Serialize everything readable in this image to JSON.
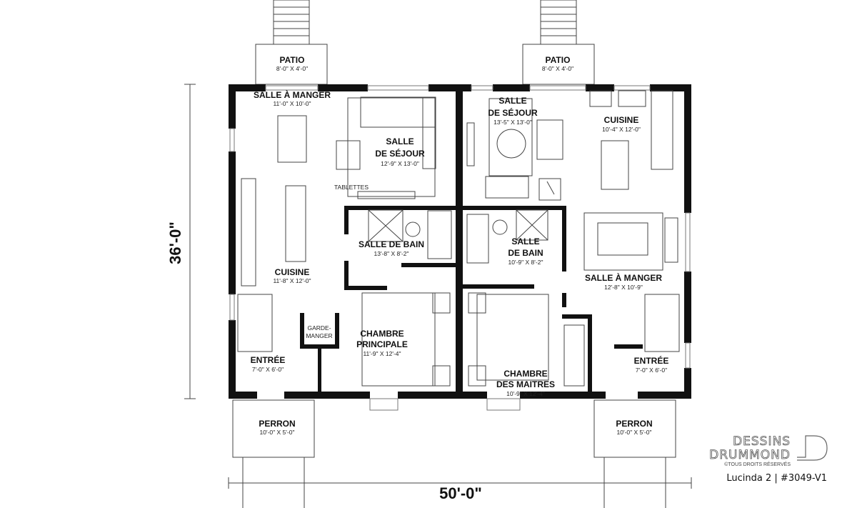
{
  "dimensions": {
    "depth": "36'-0\"",
    "width": "50'-0\""
  },
  "left_unit": {
    "patio": {
      "name": "PATIO",
      "size": "8'-0\" X 4'-0\""
    },
    "dining": {
      "name": "SALLE À MANGER",
      "size": "11'-0\" X 10'-0\""
    },
    "living": {
      "name1": "SALLE",
      "name2": "DE SÉJOUR",
      "size": "12'-9\" X 13'-0\""
    },
    "shelves": "TABLETTES",
    "bath": {
      "name": "SALLE DE BAIN",
      "size": "13'-8\" X 8'-2\""
    },
    "kitchen": {
      "name": "CUISINE",
      "size": "11'-8\" X 12'-0\""
    },
    "pantry": {
      "name1": "GARDE-",
      "name2": "MANGER"
    },
    "bedroom": {
      "name1": "CHAMBRE",
      "name2": "PRINCIPALE",
      "size": "11'-9\" X 12'-4\""
    },
    "entry": {
      "name": "ENTRÉE",
      "size": "7'-0\" X 6'-0\""
    },
    "porch": {
      "name": "PERRON",
      "size": "10'-0\" X 5'-0\""
    }
  },
  "right_unit": {
    "patio": {
      "name": "PATIO",
      "size": "8'-0\" X 4'-0\""
    },
    "living": {
      "name1": "SALLE",
      "name2": "DE SÉJOUR",
      "size": "13'-5\" X 13'-0\""
    },
    "kitchen": {
      "name": "CUISINE",
      "size": "10'-4\" X 12'-0\""
    },
    "bath": {
      "name1": "SALLE",
      "name2": "DE BAIN",
      "size": "10'-9\" X 8'-2\""
    },
    "dining": {
      "name": "SALLE À MANGER",
      "size": "12'-8\" X 10'-9\""
    },
    "bedroom": {
      "name1": "CHAMBRE",
      "name2": "DES MAITRES",
      "size": "10'-9\" X 12'-4\""
    },
    "entry": {
      "name": "ENTRÉE",
      "size": "7'-0\" X 6'-0\""
    },
    "porch": {
      "name": "PERRON",
      "size": "10'-0\" X 5'-0\""
    }
  },
  "branding": {
    "line1": "DESSINS",
    "line2": "DRUMMOND",
    "copyright": "©TOUS DROITS RÉSERVÉS",
    "model": "Lucinda 2 | #3049-V1"
  }
}
